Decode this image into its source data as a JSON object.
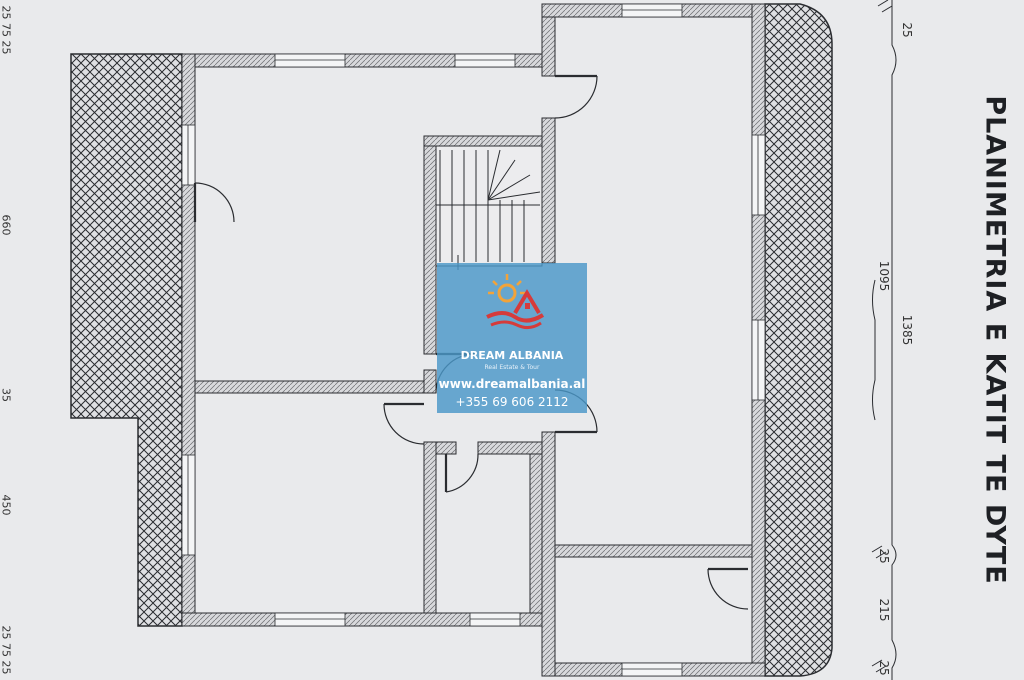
{
  "plan": {
    "title": "PLANIMETRIA E KATIT TE DYTE",
    "dimensions_right": [
      "25",
      "1095",
      "1385",
      "25",
      "215",
      "25"
    ],
    "dimensions_left": [
      "25 75 25",
      "660",
      "35",
      "450",
      "25 75 25"
    ]
  },
  "watermark": {
    "brand": "DREAM ALBANIA",
    "tagline": "Real Estate & Tour",
    "website": "www.dreamalbania.al",
    "phone": "+355 69 606 2112"
  },
  "colors": {
    "paper": "#e9eaec",
    "line": "#2a2c30",
    "watermark_bg": "#4a97c8",
    "logo_sun": "#f2a33a",
    "logo_wave": "#d63b3b"
  }
}
